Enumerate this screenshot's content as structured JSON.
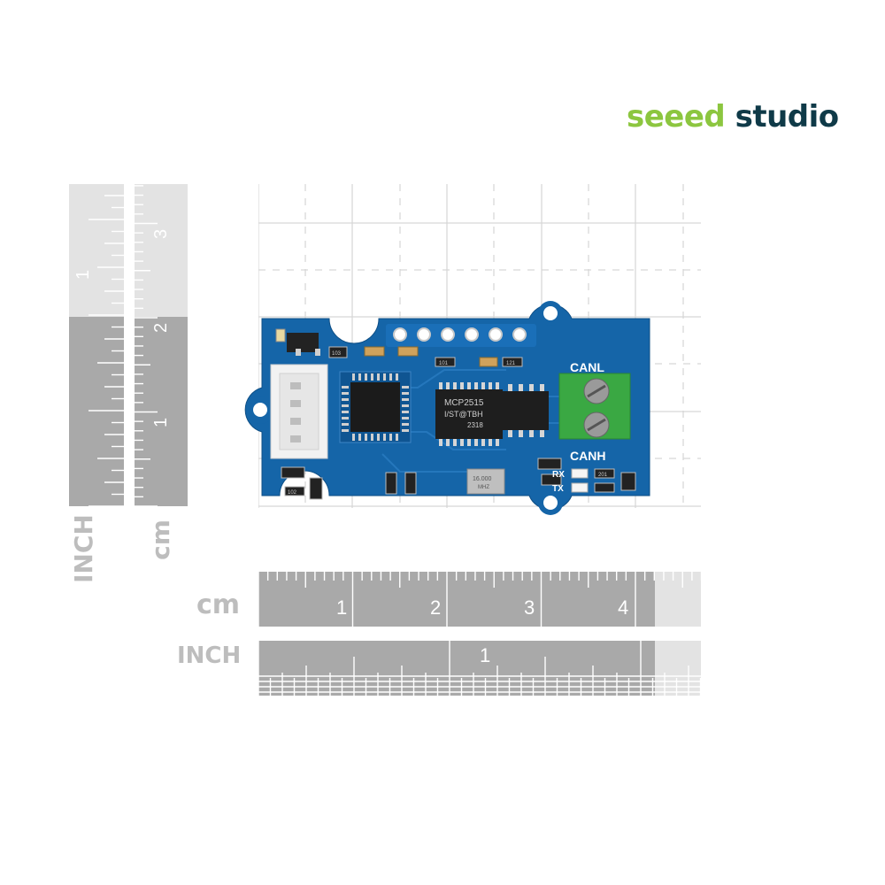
{
  "brand": {
    "seeed": "seeed",
    "studio": "studio",
    "seeed_color": "#8cc63f",
    "studio_color": "#0f3a48"
  },
  "rulers": {
    "vertical_inch_label": "INCH",
    "vertical_cm_label": "cm",
    "vertical_inch_ticks": [
      "1"
    ],
    "vertical_cm_ticks": [
      "1",
      "2",
      "3"
    ],
    "horizontal_cm_label": "cm",
    "horizontal_inch_label": "INCH",
    "horizontal_cm_ticks": [
      "1",
      "2",
      "3",
      "4"
    ],
    "horizontal_inch_ticks": [
      "1"
    ],
    "ruler_color": "#a6a6a6"
  },
  "board": {
    "color": "#1565a8",
    "labels": {
      "canl": "CANL",
      "canh": "CANH",
      "rx": "RX",
      "tx": "TX",
      "chip_main": "MCP2515",
      "chip_main_line2": "I/ST@TBH",
      "chip_main_line3": "2318",
      "crystal": "16.000",
      "crystal_unit": "MHZ",
      "r_103": "103",
      "r_102": "102",
      "r_121": "121",
      "r_101": "101",
      "r_201": "201"
    },
    "terminal_color": "#3aa843",
    "connector_color": "#f2f2f2"
  }
}
